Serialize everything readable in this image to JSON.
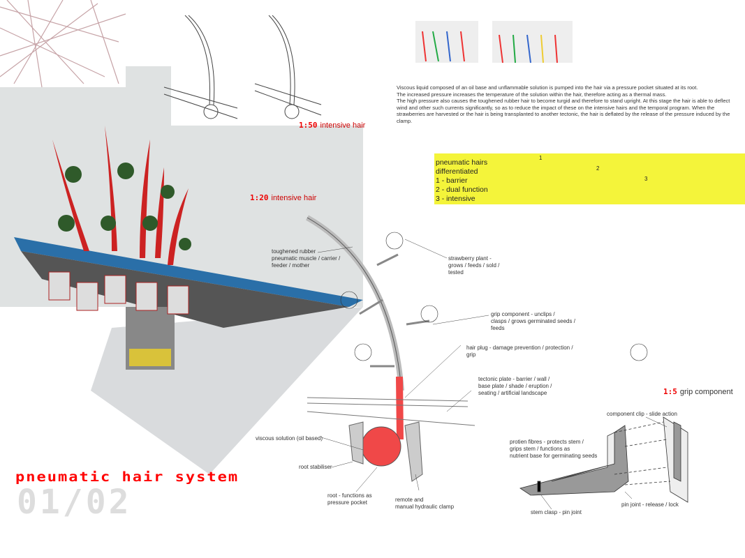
{
  "title": "pneumatic hair system",
  "sheet_number": "01/02",
  "description": "Viscous liquid composed of an oil base and unflammable solution is pumped into the hair via a pressure pocket situated at its root.\nThe increased pressure increases the temperature of the solution within the hair, therefore acting as a thermal mass.\nThe high pressure also causes the toughened rubber hair to become turgid and therefore to stand upright. At this stage the hair is able to deflect wind and other such currents significantly, so as to reduce the impact of these on the intensive hairs and the temporal program. When the strawberries are harvested or the hair is being transplanted to another tectonic, the hair is deflated by the release of the pressure induced by the clamp.",
  "scales": [
    {
      "ratio": "1:50",
      "label": "intensive hair"
    },
    {
      "ratio": "1:20",
      "label": "intensive hair"
    },
    {
      "ratio": "1:5",
      "label": "grip component"
    }
  ],
  "differentiation": {
    "text": "pneumatic hairs\n differentiated\n 1 - barrier\n 2 - dual function\n 3 - intensive",
    "markers": [
      "1",
      "2",
      "3"
    ],
    "color": "#f4f43a"
  },
  "labels": {
    "rubber": "toughened rubber\npneumatic muscle / carrier /\nfeeder / mother",
    "strawberry": "strawberry plant -\ngrows / feeds / sold /\ntested",
    "grip": "grip component - unclips /\nclasps / grows germinated seeds /\nfeeds",
    "plug": "hair plug - damage prevention / protection /\ngrip",
    "tectonic": "tectonic plate - barrier / wall /\nbase plate / shade / eruption /\nseating / artificial landscape",
    "viscous": "viscous solution (oil based)",
    "stabiliser": "root stabiliser",
    "root": "root - functions as\npressure pocket",
    "clamp": "remote and\nmanual hydraulic clamp",
    "clip": "component clip - slide action",
    "fibres": "protien fibres - protects stem /\ngrips stem / functions as\nnutrient base for germinating seeds",
    "stemclasp": "stem clasp - pin joint",
    "pin": "pin joint - release / lock"
  },
  "colors": {
    "accent": "#ff0000",
    "hair_fill": "#f04848",
    "panel": "#dfe2e2"
  }
}
